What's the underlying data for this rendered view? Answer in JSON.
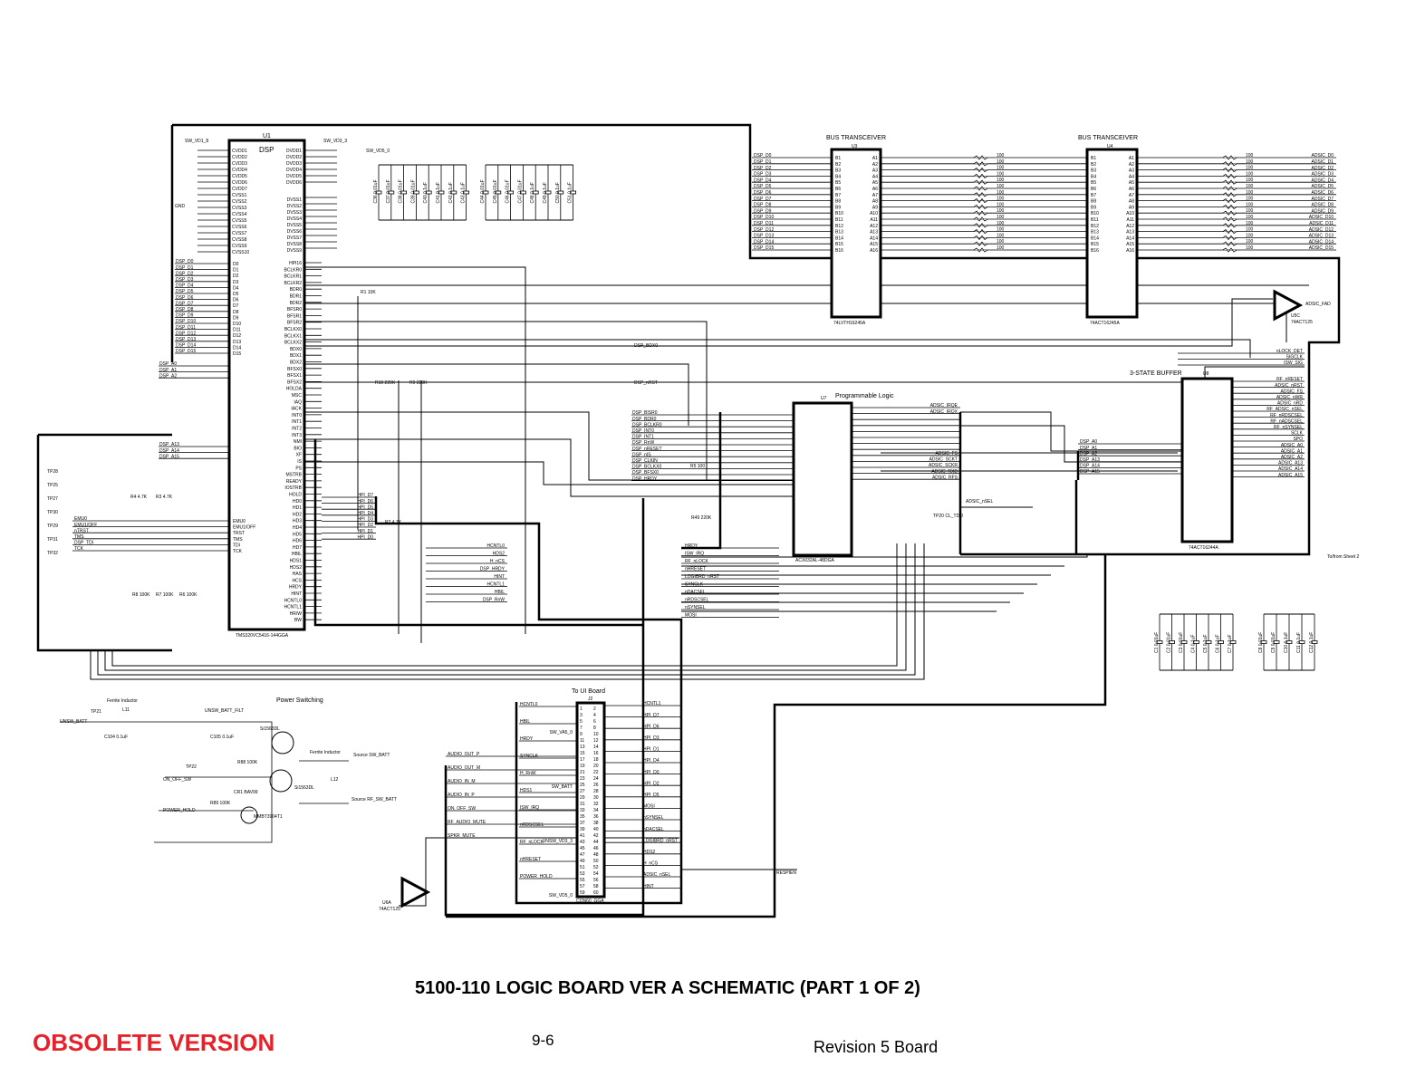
{
  "footer": {
    "title": "5100-110 LOGIC BOARD VER A SCHEMATIC (PART 1 OF 2)",
    "obsolete": "OBSOLETE VERSION",
    "page": "9-6",
    "revision": "Revision 5 Board"
  },
  "blocks": {
    "u1": {
      "ref": "U1",
      "name": "DSP",
      "part": "TMS320VC5416-144GGA"
    },
    "u3": {
      "title": "BUS TRANSCEIVER",
      "ref": "U3",
      "part": "74LVTH16245A"
    },
    "u4": {
      "title": "BUS TRANSCEIVER",
      "ref": "U4",
      "part": "74ACT16245A"
    },
    "u7": {
      "title": "Programmable Logic",
      "ref": "U7",
      "part": "ACX032AL-48DGA"
    },
    "u8": {
      "title": "3-STATE BUFFER",
      "ref": "U8",
      "part": "74ACT16244A"
    },
    "u5c": {
      "ref": "U5C",
      "part": "74ACT125",
      "out": "ADSIC_FAD"
    },
    "u6a": {
      "ref": "U6A",
      "part": "74ACT125"
    },
    "j2": {
      "title": "To UI Board",
      "ref": "J2",
      "part": "CON60_GGA"
    },
    "power": {
      "title": "Power Switching",
      "ferrite1": "Ferrite Inductor",
      "ferrite2": "Ferrite Inductor",
      "q1": "Si1563DL",
      "q3": "Si1563DL",
      "q2": "MMBT3904T1",
      "sheet_ref": "To/from Sheet 2"
    }
  },
  "rails": {
    "vdd18": "SW_VD1_8",
    "vdd33": "SW_VD3_3",
    "vdd50": "SW_VD5_0",
    "gnd": "GND"
  },
  "dsp": {
    "left_power": [
      "CVDD1",
      "CVDD2",
      "CVDD3",
      "CVDD4",
      "CVDD5",
      "CVDD6",
      "CVDD7",
      "CVSS1",
      "CVSS2",
      "CVSS3",
      "CVSS4",
      "CVSS5",
      "CVSS6",
      "CVSS7",
      "CVSS8",
      "CVSS9",
      "CVSS10"
    ],
    "right_power": [
      "DVDD1",
      "DVDD2",
      "DVDD3",
      "DVDD4",
      "DVDD5",
      "DVDD6",
      "DVSS1",
      "DVSS2",
      "DVSS3",
      "DVSS4",
      "DVSS5",
      "DVSS6",
      "DVSS7",
      "DVSS8",
      "DVSS9"
    ],
    "data_nets": [
      "DSP_D0",
      "DSP_D1",
      "DSP_D2",
      "DSP_D3",
      "DSP_D4",
      "DSP_D5",
      "DSP_D6",
      "DSP_D7",
      "DSP_D8",
      "DSP_D9",
      "DSP_D10",
      "DSP_D11",
      "DSP_D12",
      "DSP_D13",
      "DSP_D14",
      "DSP_D15"
    ],
    "addr_nets": [
      "DSP_A0",
      "DSP_A1",
      "DSP_A2"
    ],
    "addr_hi_nets": [
      "DSP_A13",
      "DSP_A14",
      "DSP_A15"
    ],
    "right_pins": [
      "HPI16",
      "BCLKR0",
      "BCLKR1",
      "BCLKR2",
      "BDR0",
      "BDR1",
      "BDR2",
      "BFSR0",
      "BFSR1",
      "BFSR2",
      "BCLKX0",
      "BCLKX1",
      "BCLKX2",
      "BDX0",
      "BDX1",
      "BDX2",
      "BFSX0",
      "BFSX1",
      "BFSX2",
      "HOLDA",
      "MSC",
      "IAQ",
      "IACK",
      "INT0",
      "INT1",
      "INT2",
      "INT3",
      "NMI",
      "BIO",
      "XF",
      "IS",
      "PS",
      "MSTRB",
      "READY",
      "IOSTRB",
      "HOLD",
      "HD0",
      "HD1",
      "HD2",
      "HD3",
      "HD4",
      "HD5",
      "HD6",
      "HD7",
      "HBIL",
      "HDS1",
      "HDS2",
      "HAS",
      "HCS",
      "HRDY",
      "HINT",
      "HCNTL0",
      "HCNTL1",
      "HR/W",
      "BW"
    ],
    "hpi_nets": [
      "HPI_D7",
      "HPI_D6",
      "HPI_D5",
      "HPI_D4",
      "HPI_D3",
      "HPI_D2",
      "HPI_D1",
      "HPI_D0"
    ],
    "ctrl_nets": [
      "EMU0",
      "EMU1/OFF",
      "TRST",
      "TMS",
      "TDI",
      "TCK"
    ],
    "ctrl_left_nets": [
      "EMU0",
      "EMU1/OFF",
      "nTRST",
      "TMS",
      "DSP_TDI",
      "TCK"
    ],
    "tp": [
      "TP28",
      "TP25",
      "TP27",
      "TP30",
      "TP29",
      "TP31",
      "TP32"
    ],
    "r_labels": [
      "R1 10K",
      "R10 220K",
      "R9 220K",
      "R2 4.7K",
      "R4 4.7K",
      "R3 4.7K",
      "R8 100K",
      "R7 100K",
      "R6 100K"
    ]
  },
  "transceiver": {
    "b_nets": [
      "DSP_D0",
      "DSP_D1",
      "DSP_D2",
      "DSP_D3",
      "DSP_D4",
      "DSP_D5",
      "DSP_D6",
      "DSP_D7",
      "DSP_D8",
      "DSP_D9",
      "DSP_D10",
      "DSP_D11",
      "DSP_D12",
      "DSP_D13",
      "DSP_D14",
      "DSP_D15"
    ],
    "a_nets": [
      "ADSIC_D0",
      "ADSIC_D1",
      "ADSIC_D2",
      "ADSIC_D3",
      "ADSIC_D4",
      "ADSIC_D5",
      "ADSIC_D6",
      "ADSIC_D7",
      "ADSIC_D8",
      "ADSIC_D9",
      "ADSIC_D10",
      "ADSIC_D11",
      "ADSIC_D12",
      "ADSIC_D13",
      "ADSIC_D14",
      "ADSIC_D15"
    ],
    "resistor_value": "100"
  },
  "u7": {
    "left_nets": [
      "DSP_BISR0",
      "DSP_BDR0",
      "DSP_BCLKR0",
      "DSP_INT0",
      "DSP_INT1",
      "DSP_RnW",
      "DSP_nRESET",
      "DSP_nIS",
      "DSP_CLKIN",
      "DSP_BCLKX0",
      "DSP_BFSX0",
      "DSP_HRDY"
    ],
    "right_nets": [
      "ADSIC_IRQE",
      "ADSIC_IRQX",
      "",
      "",
      "",
      "",
      "",
      "",
      "ADSIC_FS",
      "ADSIC_SCKT",
      "ADSIC_SCKR",
      "ADSIC_RXD",
      "ADSIC_RFS"
    ],
    "other": [
      "DSP_BDX0",
      "DSP_nRST",
      "ADSIC_nSEL",
      "TP20 CL_TDO",
      "R49 220K",
      "R5 100"
    ]
  },
  "u8": {
    "in_nets": [
      "DSP_A0",
      "DSP_A1",
      "DSP_A2",
      "DSP_A13",
      "DSP_A14",
      "DSP_A15"
    ],
    "out_nets": [
      "RF_nRESET",
      "ADSIC_nRST",
      "ADSIC_FS",
      "ADSIC_nWR",
      "ADSIC_nRD",
      "RF_ADSIC_nSEL",
      "RF_nRDSCSEL",
      "RF_nADSCSEL",
      "RF_nSYNSEL",
      "SCLK",
      "SPO",
      "ADSIC_A0",
      "ADSIC_A1",
      "ADSIC_A2",
      "ADSIC_A13",
      "ADSIC_A14",
      "ADSIC_A15"
    ],
    "top_nets": [
      "nLOCK_DET",
      "SIGCLK",
      "ISW_SIG"
    ]
  },
  "j2": {
    "left_nets": [
      "HCNTL0",
      "HBIL",
      "HRDY",
      "SYNCLK",
      "H_RnW",
      "HDS1",
      "ISW_IRQ",
      "nRDSCSEL",
      "RF_nLOCK",
      "nHRESET",
      "POWER_HOLD"
    ],
    "right_nets": [
      "HCNTL1",
      "HPI_D7",
      "HPI_D6",
      "HPI_D3",
      "HPI_D1",
      "HPI_D4",
      "HPI_D0",
      "HPI_D2",
      "HPI_D5",
      "MOSI",
      "nSYNSEL",
      "nDACSEL",
      "LOGIBRD_nRST",
      "HDS2",
      "H_nCS",
      "ADSIC_nSEL",
      "HINT"
    ],
    "audio_nets": [
      "AUDIO_OUT_P",
      "AUDIO_OUT_M",
      "AUDIO_IN_M",
      "AUDIO_IN_P",
      "ON_OFF_SW",
      "RF_AUDIO_MUTE",
      "SPKR_MUTE"
    ],
    "mid_nets": [
      "SW_VA5_0",
      "SW_BATT",
      "UNSW_VD3_3",
      "SW_VD5_0"
    ],
    "far_right": "RESPIEN",
    "left_mid_nets": [
      "HCNTL0",
      "HDS2",
      "H_nCS",
      "DSP_HRDY",
      "HINT",
      "HCNTL1",
      "HBIL",
      "DSP_RnW"
    ],
    "u7_mid_nets": [
      "HRDY",
      "ISW_IRQ",
      "RF_nLOCK",
      "nHRESET",
      "LOGIBRD_nRST",
      "SYNCLK",
      "nDACSEL",
      "nRDSCSEL",
      "nSYNSEL",
      "MOSI"
    ]
  },
  "power": {
    "nets": [
      "UNSW_BATT",
      "UNSW_BATT_FILT",
      "ON_OFF_SW",
      "POWER_HOLD",
      "Source SW_BATT",
      "Source RF_SW_BATT"
    ],
    "parts": [
      "L11",
      "C104 0.1uF",
      "C105 0.1uF",
      "R88 100K",
      "R89 100K",
      "CR1 BAV99",
      "L12",
      "TP21",
      "TP22"
    ]
  },
  "caps": {
    "bank1": [
      "C36 0.01uF",
      "C37 0.01uF",
      "C38 0.01uF",
      "C39 0.01uF",
      "C40 0.1uF",
      "C41 0.1uF",
      "C42 0.1uF",
      "C43 0.1uF"
    ],
    "bank2": [
      "C44 0.01uF",
      "C45 0.01uF",
      "C46 0.01uF",
      "C47 0.01uF",
      "C48 0.1uF",
      "C49 0.1uF",
      "C50 0.1uF",
      "C51 0.1uF"
    ],
    "bank3": [
      "C1 0.01uF",
      "C2 0.01uF",
      "C3 0.01uF",
      "C4 0.1uF",
      "C5 0.1uF",
      "C6 0.1uF",
      "C7 0.1uF"
    ],
    "bank4": [
      "C8 0.01uF",
      "C9 0.01uF",
      "C10 0.1uF",
      "C11 0.1uF",
      "C12 0.1uF"
    ]
  }
}
